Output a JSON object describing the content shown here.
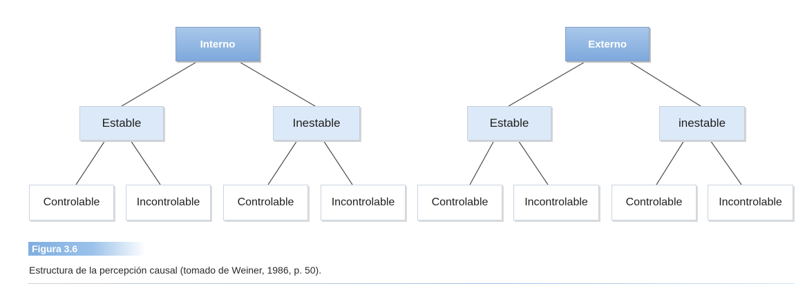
{
  "diagram": {
    "trees": [
      {
        "root": "Interno",
        "branches": [
          {
            "label": "Estable",
            "leaves": [
              "Controlable",
              "Incontrolable"
            ]
          },
          {
            "label": "Inestable",
            "leaves": [
              "Controlable",
              "Incontrolable"
            ]
          }
        ]
      },
      {
        "root": "Externo",
        "branches": [
          {
            "label": "Estable",
            "leaves": [
              "Controlable",
              "Incontrolable"
            ]
          },
          {
            "label": "inestable",
            "leaves": [
              "Controlable",
              "Incontrolable"
            ]
          }
        ]
      }
    ]
  },
  "figure": {
    "label": "Figura 3.6",
    "caption": "Estructura de la percepción causal (tomado de Weiner, 1986, p. 50)."
  },
  "colors": {
    "root_fill": "#8fb5e2",
    "mid_fill": "#dce9f8",
    "leaf_fill": "#ffffff",
    "accent": "#7faee0"
  }
}
